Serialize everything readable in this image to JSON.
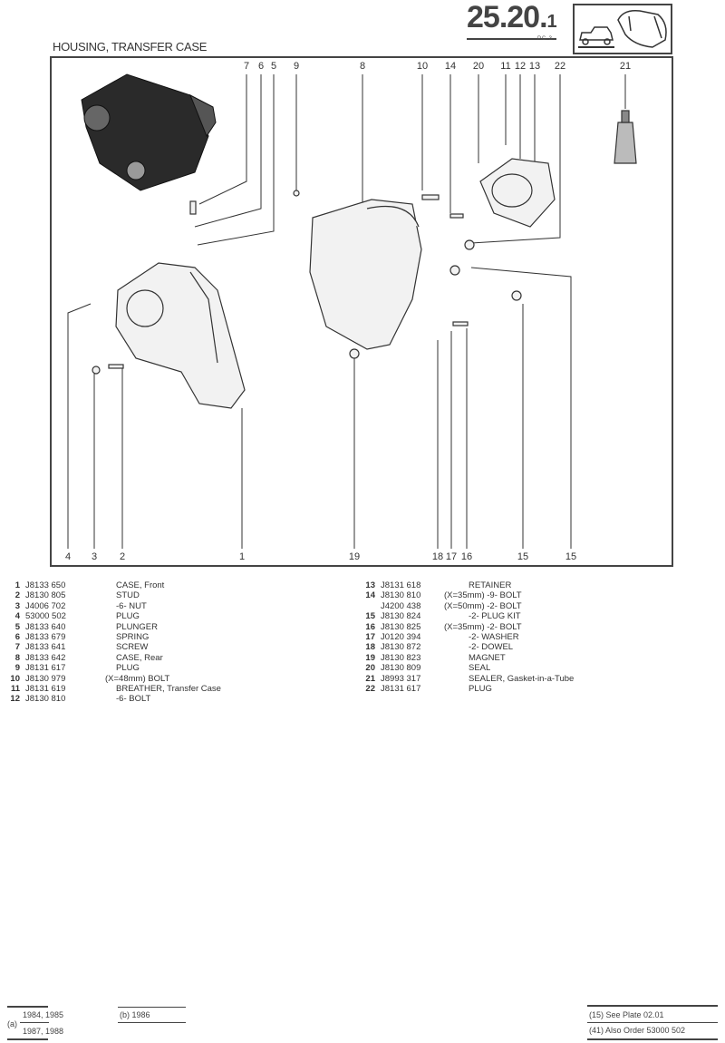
{
  "header": {
    "plate_main": "25.20.",
    "plate_sub": "1",
    "pc": "P.C. 3",
    "title": "HOUSING, TRANSFER CASE"
  },
  "callouts_top": [
    "7",
    "6",
    "5",
    "9",
    "8",
    "10",
    "14",
    "20",
    "11",
    "12",
    "13",
    "22",
    "21"
  ],
  "callouts_bottom": [
    "4",
    "3",
    "2",
    "1",
    "19",
    "18",
    "17",
    "16",
    "15",
    "15"
  ],
  "parts_left": [
    {
      "num": "1",
      "part": "J8133 650",
      "desc": "CASE, Front"
    },
    {
      "num": "2",
      "part": "J8130 805",
      "desc": "STUD"
    },
    {
      "num": "3",
      "part": "J4006 702",
      "desc": "-6- NUT"
    },
    {
      "num": "4",
      "part": "53000 502",
      "desc": "PLUG"
    },
    {
      "num": "5",
      "part": "J8133 640",
      "desc": "PLUNGER"
    },
    {
      "num": "6",
      "part": "J8133 679",
      "desc": "SPRING"
    },
    {
      "num": "7",
      "part": "J8133 641",
      "desc": "SCREW"
    },
    {
      "num": "8",
      "part": "J8133 642",
      "desc": "CASE, Rear"
    },
    {
      "num": "9",
      "part": "J8131 617",
      "desc": "PLUG"
    },
    {
      "num": "10",
      "part": "J8130 979",
      "desc": "(X=48mm)   BOLT"
    },
    {
      "num": "11",
      "part": "J8131 619",
      "desc": "BREATHER, Transfer Case"
    },
    {
      "num": "12",
      "part": "J8130 810",
      "desc": "-6- BOLT"
    }
  ],
  "parts_right": [
    {
      "num": "13",
      "part": "J8131 618",
      "desc": "RETAINER"
    },
    {
      "num": "14",
      "part": "J8130 810",
      "desc": "(X=35mm)   -9- BOLT"
    },
    {
      "num": "",
      "part": "J4200 438",
      "desc": "(X=50mm)   -2- BOLT"
    },
    {
      "num": "15",
      "part": "J8130 824",
      "desc": "-2- PLUG KIT"
    },
    {
      "num": "16",
      "part": "J8130 825",
      "desc": "(X=35mm)   -2- BOLT"
    },
    {
      "num": "17",
      "part": "J0120 394",
      "desc": "-2- WASHER"
    },
    {
      "num": "18",
      "part": "J8130 872",
      "desc": "-2- DOWEL"
    },
    {
      "num": "19",
      "part": "J8130 823",
      "desc": "MAGNET"
    },
    {
      "num": "20",
      "part": "J8130 809",
      "desc": "SEAL"
    },
    {
      "num": "21",
      "part": "J8993 317",
      "desc": "SEALER, Gasket-in-a-Tube"
    },
    {
      "num": "22",
      "part": "J8131 617",
      "desc": "PLUG"
    }
  ],
  "footer": {
    "a_label": "(a)",
    "a_top": "1984, 1985",
    "a_bottom": "1987, 1988",
    "b": "(b) 1986",
    "note1": "(15) See Plate 02.01",
    "note2": "(41) Also Order 53000 502"
  }
}
